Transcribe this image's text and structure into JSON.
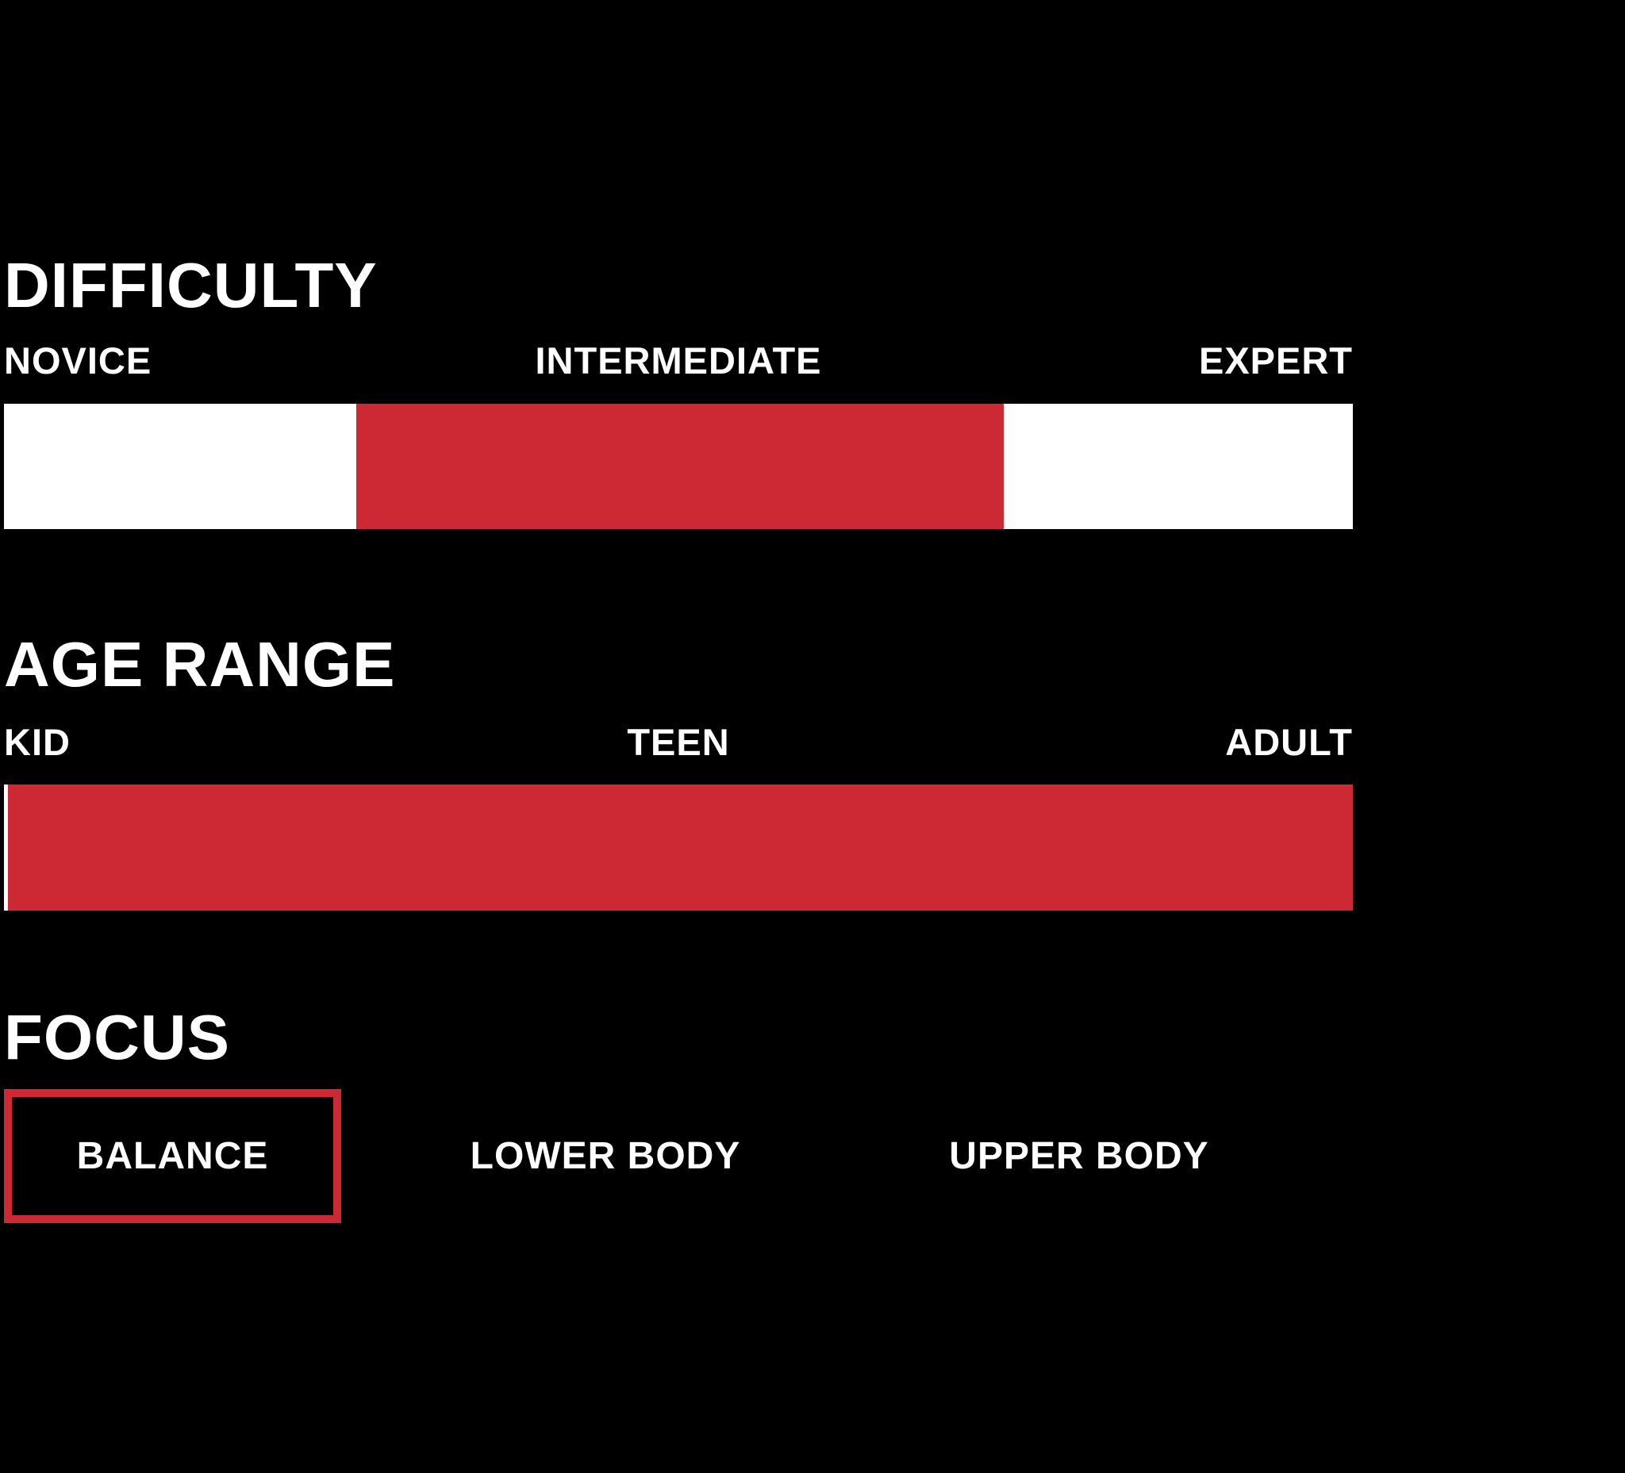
{
  "app": {
    "background_color": "#000000",
    "text_color": "#ffffff",
    "accent_red": "#cd2935",
    "track_white": "#ffffff"
  },
  "difficulty": {
    "title": "DIFFICULTY",
    "scale_labels": [
      "NOVICE",
      "INTERMEDIATE",
      "EXPERT"
    ],
    "bar": {
      "segments": [
        {
          "color": "#ffffff",
          "width_pct": 26.1
        },
        {
          "color": "#cd2935",
          "width_pct": 48.0
        },
        {
          "color": "#ffffff",
          "width_pct": 25.9
        }
      ]
    }
  },
  "age_range": {
    "title": "AGE RANGE",
    "scale_labels": [
      "KID",
      "TEEN",
      "ADULT"
    ],
    "bar": {
      "segments": [
        {
          "color": "#ffffff",
          "width_pct": 0.3
        },
        {
          "color": "#cd2935",
          "width_pct": 99.7
        }
      ]
    }
  },
  "focus": {
    "title": "FOCUS",
    "options": [
      {
        "label": "BALANCE",
        "selected": true
      },
      {
        "label": "LOWER BODY",
        "selected": false
      },
      {
        "label": "UPPER BODY",
        "selected": false
      }
    ]
  }
}
